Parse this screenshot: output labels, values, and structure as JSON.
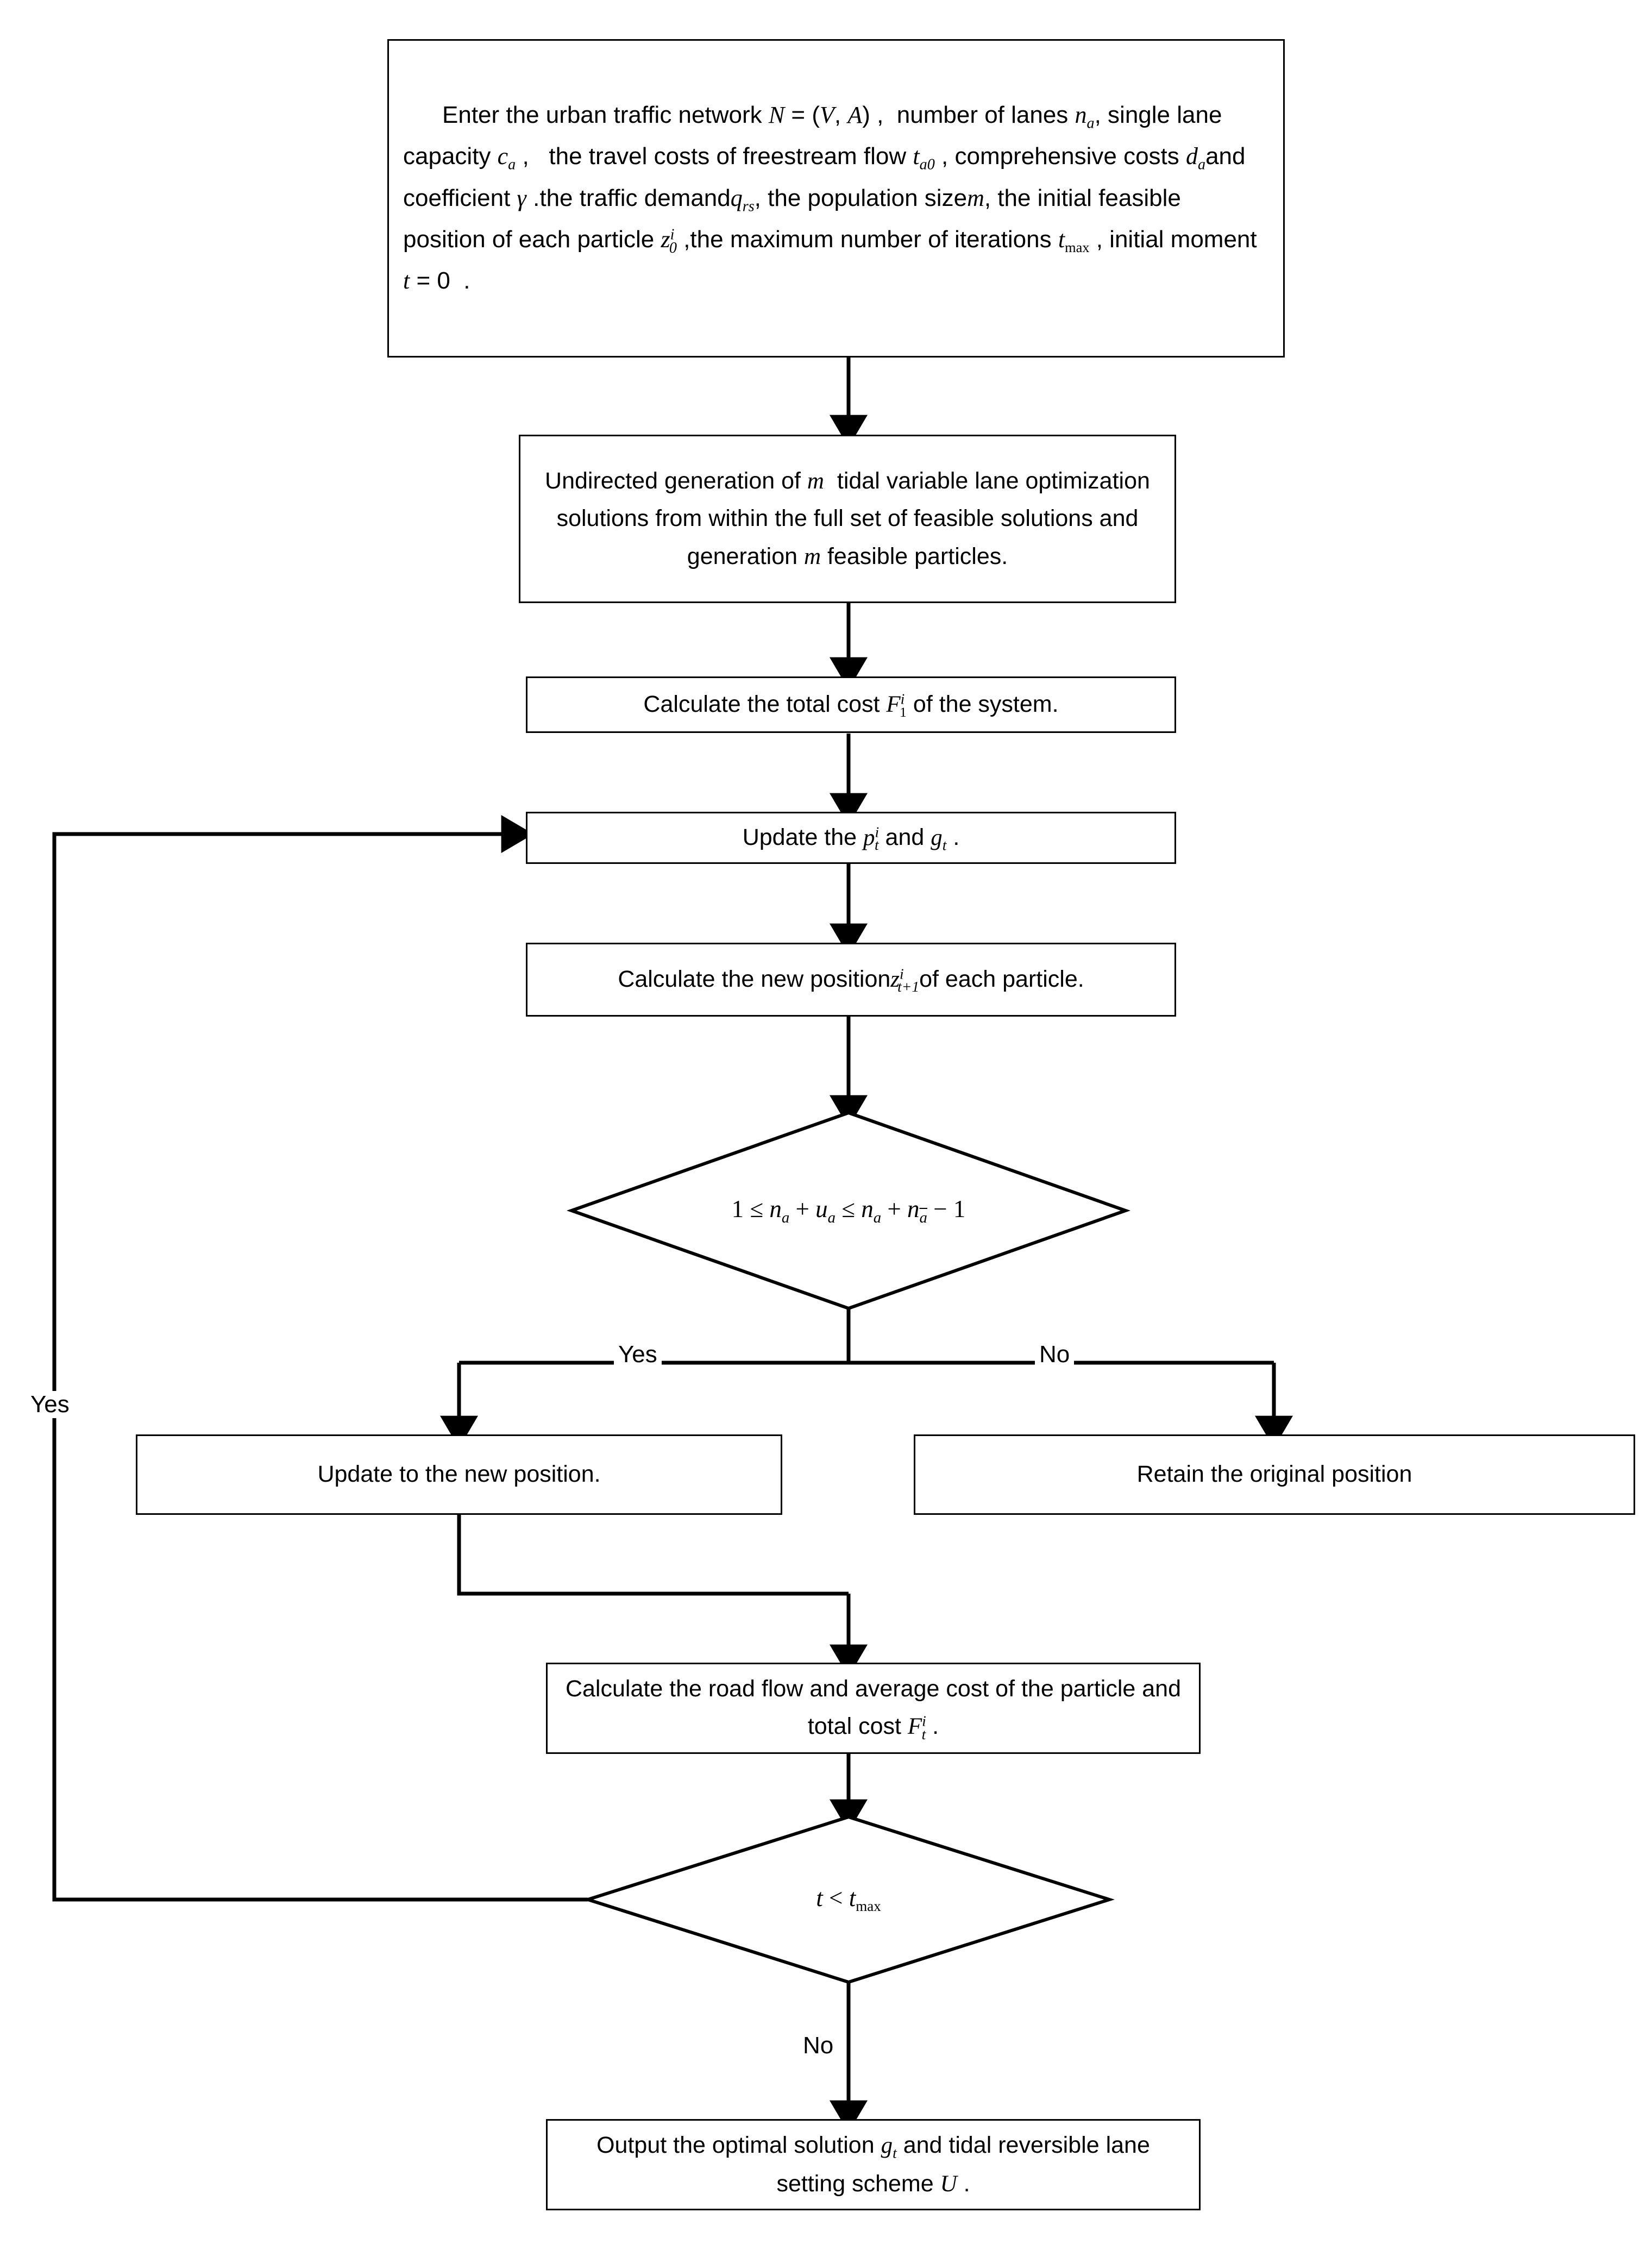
{
  "diagram": {
    "type": "flowchart",
    "title": "Particle swarm optimization flowchart for tidal reversible lane setting",
    "background": "#ffffff",
    "line_color": "#000000"
  },
  "nodes": {
    "enter": {
      "shape": "process",
      "line1": "Enter the urban traffic network N = (V, A) ,  number of",
      "line2": "lanes n_a , single lane capacity c_a ,   the travel costs of freestream",
      "line3": "flow t_a0 , comprehensive costs d_a and coefficient γ .the traffic",
      "line4": "demand q_rs, the population size m, the initial feasible position",
      "line5": "of each particle z_0^i ,the maximum number of iterations t_max ,",
      "line6": "initial moment t = 0 .",
      "plain": "Enter the urban traffic network N = (V, A), number of lanes n_a, single lane capacity c_a, the travel costs of freestream flow t_a0, comprehensive costs d_a and coefficient γ. the traffic demand q_rs, the population size m, the initial feasible position of each particle z_0^i, the maximum number of iterations t_max, initial moment t = 0."
    },
    "generate": {
      "shape": "process",
      "line1": "Undirected generation of m  tidal variable",
      "line2": "lane optimization solutions from within the",
      "line3": "full set of feasible solutions and generation",
      "line4": "m feasible particles.",
      "plain": "Undirected generation of m tidal variable lane optimization solutions from within the full set of feasible solutions and generation m feasible particles."
    },
    "total_cost": {
      "shape": "process",
      "plain": "Calculate the total cost F_1^i of the system."
    },
    "update_pg": {
      "shape": "process",
      "plain": "Update the p_t^i and g_t ."
    },
    "new_position": {
      "shape": "process",
      "line1": "Calculate the new position z_{t+1}^i of each",
      "line2": "particle.",
      "plain": "Calculate the new position z_{t+1}^i of each particle."
    },
    "feasibility_check": {
      "shape": "decision",
      "plain": "1 ≤ n_a + u_a ≤ n_a + n_ā − 1"
    },
    "update_new": {
      "shape": "process",
      "plain": "Update to the new position."
    },
    "retain_original": {
      "shape": "process",
      "plain": "Retain the original position"
    },
    "road_flow": {
      "shape": "process",
      "line1": "Calculate the road flow and average cost of",
      "line2": "the particle and total cost F_t^i .",
      "plain": "Calculate the road flow and average cost of the particle and total cost F_t^i ."
    },
    "iteration_check": {
      "shape": "decision",
      "plain": "t < t_max"
    },
    "output": {
      "shape": "process",
      "line1": "Output the optimal solution g_t and tidal",
      "line2": "reversible lane setting scheme U .",
      "plain": "Output the optimal solution g_t and tidal reversible lane setting scheme U ."
    }
  },
  "edge_labels": {
    "decision1_yes": "Yes",
    "decision1_no": "No",
    "decision2_yes": "Yes",
    "decision2_no": "No"
  }
}
